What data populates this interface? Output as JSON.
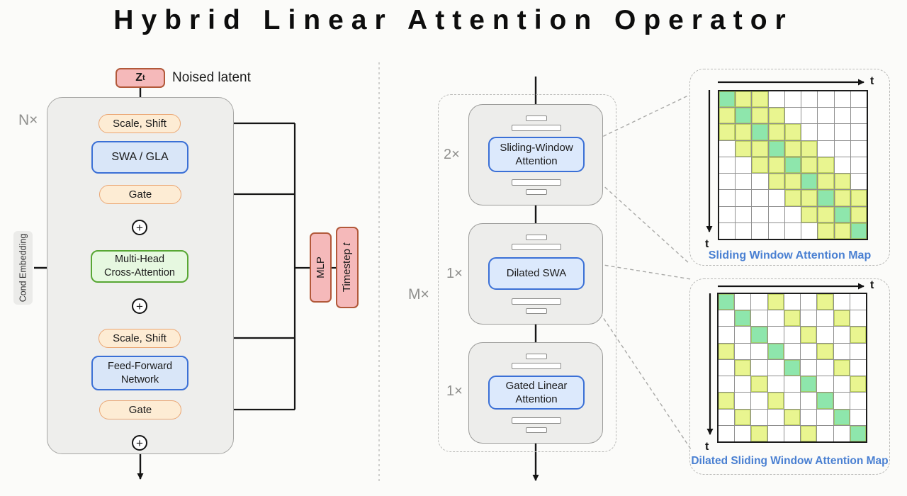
{
  "title": "Hybrid Linear Attention Operator",
  "glyphs": {
    "plus": "+"
  },
  "colors": {
    "map_diagonal_green": "#8ee6ac",
    "map_window_yellow": "#e9f590",
    "caption_blue": "#4a80d2",
    "latent_pink_fill": "#f5b9ba",
    "latent_pink_border": "#b2593a",
    "modulation_orange_fill": "#fdecd4",
    "modulation_orange_border": "#eaa673",
    "attention_blue_fill": "#d9e6f8",
    "attention_blue_border": "#3b70d6",
    "cross_attention_green_fill": "#e6f8e0",
    "cross_attention_green_border": "#58a734"
  },
  "left_panel": {
    "repeat_label": "N×",
    "noised_latent": {
      "symbol": "Z",
      "subscript": "t",
      "caption": "Noised latent"
    },
    "cond_embedding_label": "Cond Embedding",
    "scale_shift_1": "Scale, Shift",
    "swa_gla": "SWA / GLA",
    "gate_1": "Gate",
    "cross_attention": {
      "line1": "Multi-Head",
      "line2": "Cross-Attention"
    },
    "scale_shift_2": "Scale, Shift",
    "ffn": {
      "line1": "Feed-Forward",
      "line2": "Network"
    },
    "gate_2": "Gate",
    "mlp_label": "MLP",
    "timestep": {
      "label": "Timestep",
      "var": "t"
    }
  },
  "middle_panel": {
    "repeat_label": "M×",
    "blocks": [
      {
        "repeat": "2×",
        "label_line1": "Sliding-Window",
        "label_line2": "Attention"
      },
      {
        "repeat": "1×",
        "label_line1": "Dilated SWA",
        "label_line2": ""
      },
      {
        "repeat": "1×",
        "label_line1": "Gated Linear",
        "label_line2": "Attention"
      }
    ]
  },
  "attention_maps": [
    {
      "caption": "Sliding Window Attention Map",
      "x_axis_label": "t",
      "y_axis_label": "t",
      "grid_size": 9,
      "grid": [
        "GYY......",
        "YGYY.....",
        "YYGYY....",
        ".YYGYY...",
        "..YYGYY..",
        "...YYGYY.",
        "....YYGYY",
        ".....YYGY",
        "......YYG"
      ]
    },
    {
      "caption": "Dilated Sliding Window Attention Map",
      "x_axis_label": "t",
      "y_axis_label": "t",
      "grid_size": 9,
      "grid": [
        "G..Y..Y..",
        ".G..Y..Y.",
        "..G..Y..Y",
        "Y..G..Y..",
        ".Y..G..Y.",
        "..Y..G..Y",
        "Y..Y..G..",
        ".Y..Y..G.",
        "..Y..Y..G"
      ]
    }
  ]
}
